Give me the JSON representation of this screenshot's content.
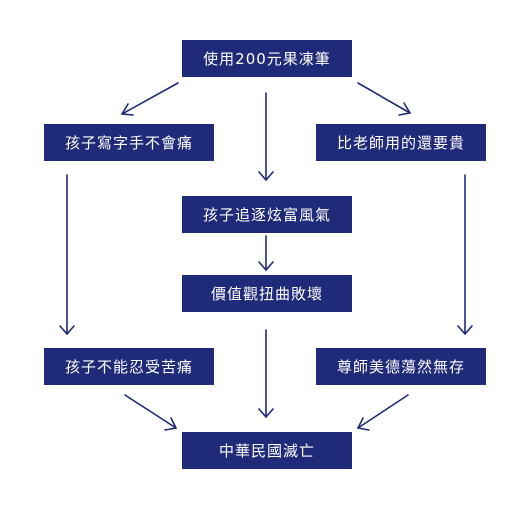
{
  "nodes": {
    "top": "使用200元果凍筆",
    "left1": "孩子寫字手不會痛",
    "right1": "比老師用的還要貴",
    "center1": "孩子追逐炫富風氣",
    "center2": "價值觀扭曲敗壞",
    "left2": "孩子不能忍受苦痛",
    "right2": "尊師美德蕩然無存",
    "bottom": "中華民國滅亡"
  },
  "colors": {
    "box_fill": "#1f2a78",
    "box_text": "#ffffff",
    "arrow": "#1f2a78",
    "background": "#ffffff"
  }
}
